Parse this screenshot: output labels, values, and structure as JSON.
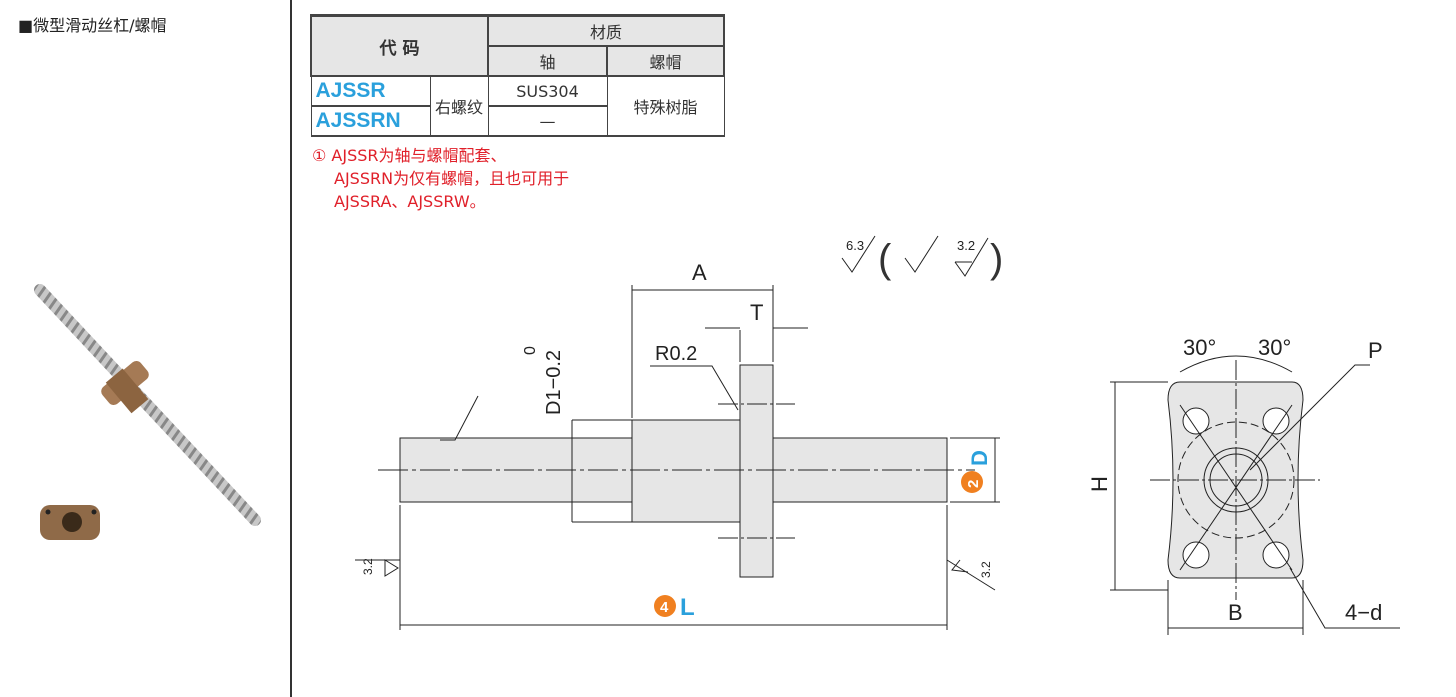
{
  "title": "■微型滑动丝杠/螺帽",
  "table": {
    "header_code": "代 码",
    "header_material": "材质",
    "header_shaft": "轴",
    "header_nut": "螺帽",
    "rows": [
      {
        "code": "AJSSR",
        "shaft": "SUS304"
      },
      {
        "code": "AJSSRN",
        "shaft": "—"
      }
    ],
    "thread": "右螺纹",
    "nut_material": "特殊树脂"
  },
  "notes": [
    "① AJSSR为轴与螺帽配套、",
    "AJSSRN为仅有螺帽，且也可用于",
    "AJSSRA、AJSSRW。"
  ],
  "drawing": {
    "rough_main": "6.3",
    "rough_alt": "3.2",
    "rough_left": "3.2",
    "rough_right": "3.2",
    "dim_A": "A",
    "dim_T": "T",
    "dim_R": "R0.2",
    "dim_D1": "D1−0.2",
    "dim_D1_tol": "0",
    "dim_D": "D",
    "dim_D_num": "2",
    "dim_L": "L",
    "dim_L_num": "4",
    "angle1": "30°",
    "angle2": "30°",
    "dim_P": "P",
    "dim_H": "H",
    "dim_B": "B",
    "dim_d": "4−d"
  },
  "colors": {
    "accent": "#2aa0dc",
    "badge": "#f08020",
    "note": "#e0202a"
  }
}
